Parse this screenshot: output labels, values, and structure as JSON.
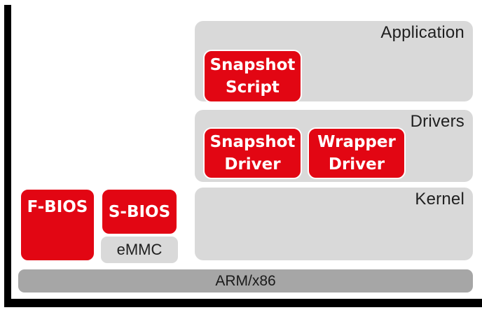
{
  "bands": {
    "application": {
      "label": "Application"
    },
    "drivers": {
      "label": "Drivers"
    },
    "kernel": {
      "label": "Kernel"
    }
  },
  "boxes": {
    "snapshot_script": {
      "line1": "Snapshot",
      "line2": "Script"
    },
    "snapshot_driver": {
      "line1": "Snapshot",
      "line2": "Driver"
    },
    "wrapper_driver": {
      "line1": "Wrapper",
      "line2": "Driver"
    },
    "f_bios": {
      "label": "F-BIOS"
    },
    "s_bios": {
      "label": "S-BIOS"
    },
    "emmc": {
      "label": "eMMC"
    }
  },
  "hardware": {
    "label": "ARM/x86"
  },
  "colors": {
    "accent_red": "#e20613",
    "band_gray": "#d9d9d9",
    "hardware_gray": "#a6a6a6",
    "frame_black": "#000000",
    "label_dark": "#1f1f1f",
    "box_text_white": "#ffffff"
  }
}
